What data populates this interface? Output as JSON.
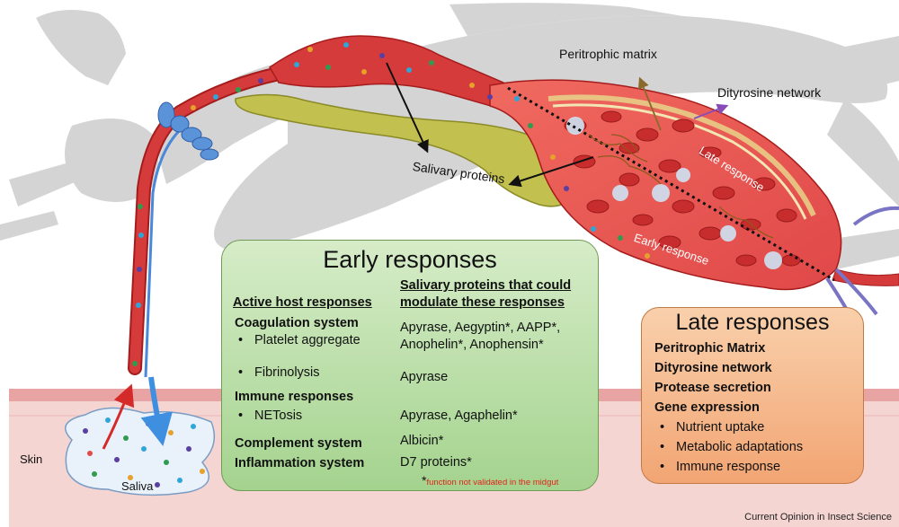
{
  "labels": {
    "peritrophic_matrix": "Peritrophic matrix",
    "dityrosine_network": "Dityrosine network",
    "salivary_proteins": "Salivary proteins",
    "late_response": "Late response",
    "early_response": "Early response",
    "skin": "Skin",
    "saliva": "Saliva"
  },
  "early": {
    "title": "Early responses",
    "col1_header": "Active host responses",
    "col2_header_1": "Salivary proteins that could",
    "col2_header_2": "modulate these responses",
    "coagulation": "Coagulation system",
    "platelet": "Platelet aggregate",
    "platelet_proteins_1": "Apyrase, Aegyptin*, AAPP*,",
    "platelet_proteins_2": "Anophelin*, Anophensin*",
    "fibrinolysis": "Fibrinolysis",
    "fibrinolysis_proteins": "Apyrase",
    "immune": "Immune responses",
    "netosis": "NETosis",
    "netosis_proteins": "Apyrase, Agaphelin*",
    "complement": "Complement system",
    "complement_proteins": "Albicin*",
    "inflammation": "Inflammation system",
    "inflammation_proteins": "D7 proteins*",
    "footnote_star": "*",
    "footnote": "function not validated in the midgut"
  },
  "late": {
    "title": "Late responses",
    "items_bold": [
      "Peritrophic Matrix",
      "Dityrosine network",
      "Protease secretion",
      "Gene expression"
    ],
    "bullets": [
      "Nutrient uptake",
      "Metabolic adaptations",
      "Immune response"
    ]
  },
  "credit": "Current Opinion in Insect Science",
  "colors": {
    "blood": "#d63b3b",
    "vessel_outline": "#a51c1c",
    "gland": "#c2c04e",
    "early_box": "#a4d38e",
    "late_box": "#f2a573",
    "footnote": "#e2231a",
    "silhouette": "#d4d4d4",
    "skin": "#f4d5d2"
  }
}
